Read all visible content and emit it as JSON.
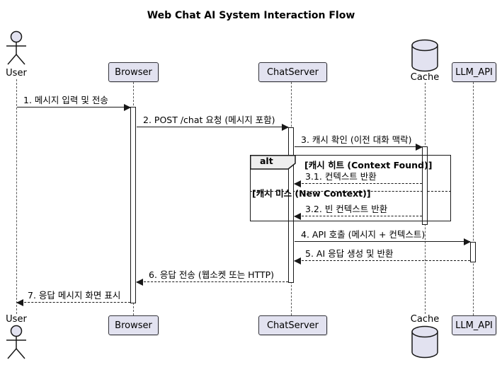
{
  "title": "Web Chat AI System Interaction Flow",
  "participants": [
    {
      "name": "User",
      "type": "actor"
    },
    {
      "name": "Browser",
      "type": "participant"
    },
    {
      "name": "ChatServer",
      "type": "participant"
    },
    {
      "name": "Cache",
      "type": "database"
    },
    {
      "name": "LLM_API",
      "type": "participant"
    }
  ],
  "messages": [
    {
      "label": "1. 메시지 입력 및 전송",
      "from": "User",
      "to": "Browser",
      "style": "solid"
    },
    {
      "label": "2. POST /chat 요청 (메시지 포함)",
      "from": "Browser",
      "to": "ChatServer",
      "style": "solid"
    },
    {
      "label": "3. 캐시 확인 (이전 대화 맥락)",
      "from": "ChatServer",
      "to": "Cache",
      "style": "solid"
    },
    {
      "label": "3.1. 컨텍스트 반환",
      "from": "Cache",
      "to": "ChatServer",
      "style": "dashed"
    },
    {
      "label": "3.2. 빈 컨텍스트 반환",
      "from": "Cache",
      "to": "ChatServer",
      "style": "dashed"
    },
    {
      "label": "4. API 호출 (메시지 + 컨텍스트)",
      "from": "ChatServer",
      "to": "LLM_API",
      "style": "solid"
    },
    {
      "label": "5. AI 응답 생성 및 반환",
      "from": "LLM_API",
      "to": "ChatServer",
      "style": "dashed"
    },
    {
      "label": "6. 응답 전송 (웹소켓 또는 HTTP)",
      "from": "ChatServer",
      "to": "Browser",
      "style": "dashed"
    },
    {
      "label": "7. 응답 메시지 화면 표시",
      "from": "Browser",
      "to": "User",
      "style": "dashed"
    }
  ],
  "alt_frame": {
    "operator": "alt",
    "conditions": [
      "[캐시 히트 (Context Found)]",
      "[캐시 미스 (New Context)]"
    ]
  },
  "colors": {
    "participant_fill": "#E2E2F0",
    "participant_border": "#33333a",
    "line": "#181818",
    "frame_header_fill": "#EEEEEE",
    "background": "#FFFFFF"
  }
}
